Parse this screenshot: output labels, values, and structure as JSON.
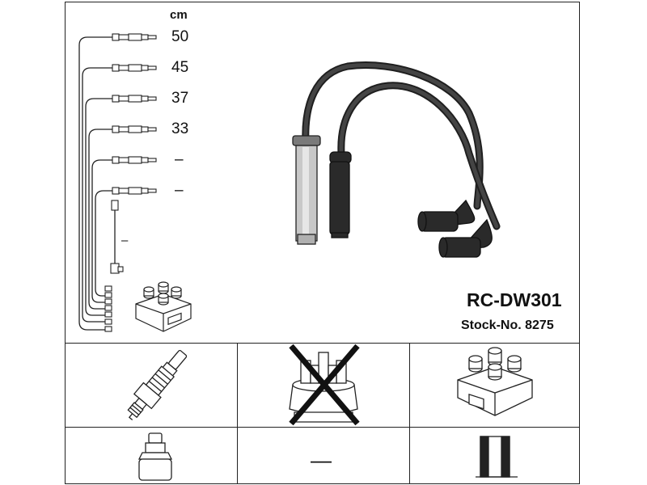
{
  "product": {
    "model": "RC-DW301",
    "stock_number": "Stock-No. 8275"
  },
  "length_chart": {
    "unit": "cm",
    "lengths": [
      "50",
      "45",
      "37",
      "33",
      "–",
      "–"
    ],
    "aux_dash": "–"
  },
  "bottom_grid": {
    "placeholder_dash": "—"
  },
  "icons": {
    "cable_set": "ignition-cable-set-icon",
    "coil_small": "ignition-coil-icon",
    "spark_plug": "spark-plug-icon",
    "distributor_cap": "distributor-cap-icon",
    "distributor_status": "not-applicable",
    "coil_large": "ignition-coil-icon",
    "plug_connector": "plug-connector-icon",
    "coil_connector": "coil-connector-icon"
  },
  "colors": {
    "line": "#222222",
    "cable": "#1f1f1f",
    "boot_grey": "#c8c8c8"
  }
}
